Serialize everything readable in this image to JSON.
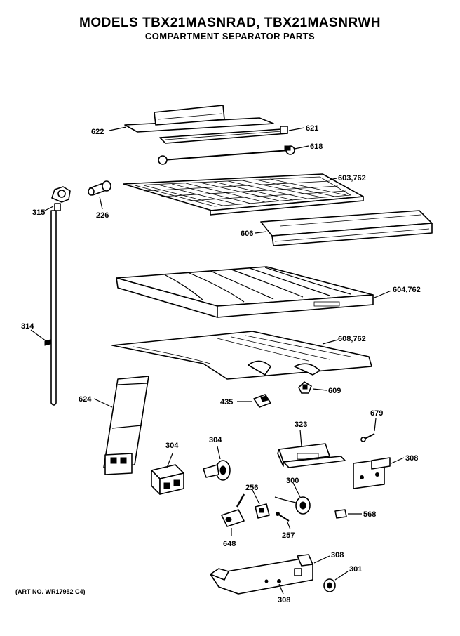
{
  "header": {
    "title": "MODELS TBX21MASNRAD, TBX21MASNRWH",
    "subtitle": "COMPARTMENT SEPARATOR PARTS"
  },
  "footer": {
    "art_number": "(ART NO. WR17952 C4)"
  },
  "labels": {
    "l622": "622",
    "l621": "621",
    "l618": "618",
    "l603": "603,762",
    "l315": "315",
    "l226": "226",
    "l606": "606",
    "l604": "604,762",
    "l314": "314",
    "l608": "608,762",
    "l609": "609",
    "l435": "435",
    "l624": "624",
    "l679": "679",
    "l323": "323",
    "l304a": "304",
    "l304b": "304",
    "l308a": "308",
    "l256": "256",
    "l300": "300",
    "l568": "568",
    "l257": "257",
    "l648": "648",
    "l308b": "308",
    "l301": "301",
    "l308c": "308"
  }
}
